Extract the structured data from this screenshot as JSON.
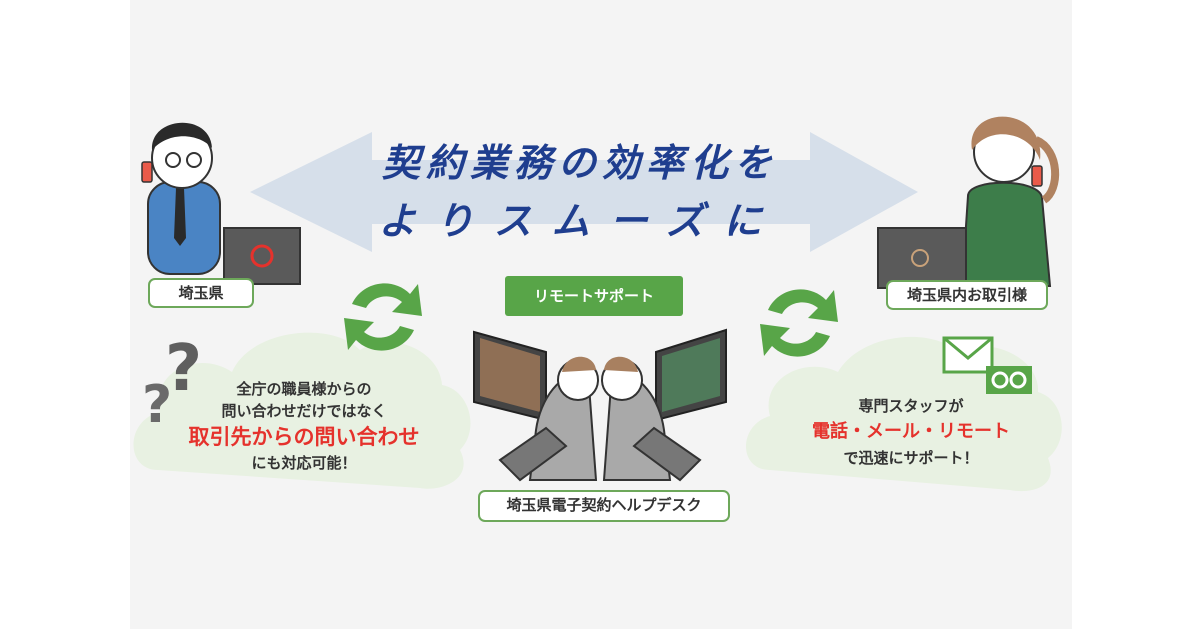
{
  "headline": {
    "line1": "契約業務の効率化を",
    "line2": "よりスムーズに"
  },
  "labels": {
    "left": "埼玉県",
    "right": "埼玉県内お取引様",
    "center_top": "リモートサポート",
    "center_bottom": "埼玉県電子契約ヘルプデスク"
  },
  "left_cloud": {
    "line1": "全庁の職員様からの",
    "line2": "問い合わせだけではなく",
    "line3": "取引先からの問い合わせ",
    "line4": "にも対応可能！"
  },
  "right_cloud": {
    "line1": "専門スタッフが",
    "line2": "電話・メール・リモート",
    "line3": "で迅速にサポート！"
  },
  "colors": {
    "arrow": "#d6dfea",
    "headline": "#1f3e8f",
    "green": "#58a548",
    "cloud": "#e8f1e2",
    "red": "#e5322c"
  },
  "icons": [
    "question-marks-icon",
    "sync-arrows-icon",
    "mail-icon",
    "free-dial-icon"
  ]
}
